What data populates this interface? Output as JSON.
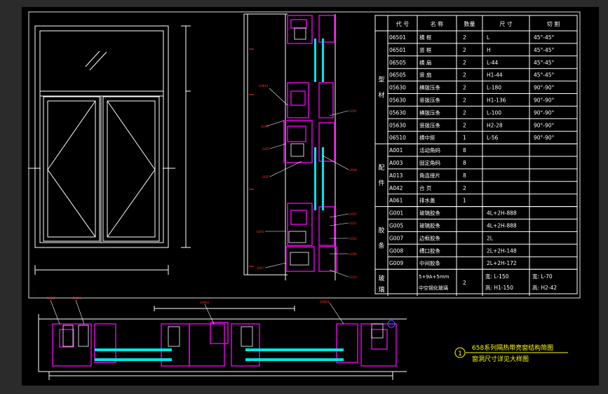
{
  "colors": {
    "background": "#000000",
    "outer": "#2b2b2b",
    "line": "#ffffff",
    "profile": "#e000e0",
    "glass": "#00e5e5",
    "note": "#ffff00",
    "red": "#ff3030",
    "blue": "#4060ff"
  },
  "table": {
    "header": {
      "code": "代 号",
      "name": "名   称",
      "qty": "数量",
      "size": "尺    寸",
      "cut": "切    割"
    },
    "groups": [
      {
        "label": "型",
        "label2": "材"
      },
      {
        "label": "配",
        "label2": "件"
      },
      {
        "label": "胶",
        "label2": "条"
      },
      {
        "label": "玻",
        "label2": "璃"
      }
    ],
    "rows": [
      {
        "code": "06501",
        "name": "横  框",
        "qty": "2",
        "size": "L",
        "cut": "45°-45°"
      },
      {
        "code": "06501",
        "name": "竖  框",
        "qty": "2",
        "size": "H",
        "cut": "45°-45°"
      },
      {
        "code": "06505",
        "name": "横  扇",
        "qty": "2",
        "size": "L-44",
        "cut": "45°-45°"
      },
      {
        "code": "06505",
        "name": "竖  扇",
        "qty": "2",
        "size": "H1-44",
        "cut": "45°-45°"
      },
      {
        "code": "05630",
        "name": "横拨压条",
        "qty": "2",
        "size": "L-180",
        "cut": "90°-90°"
      },
      {
        "code": "05630",
        "name": "竖拨压条",
        "qty": "2",
        "size": "H1-136",
        "cut": "90°-90°"
      },
      {
        "code": "05630",
        "name": "横拨压条",
        "qty": "2",
        "size": "L-100",
        "cut": "90°-90°"
      },
      {
        "code": "05630",
        "name": "竖拨压条",
        "qty": "2",
        "size": "H2-28",
        "cut": "90°-90°"
      },
      {
        "code": "06510",
        "name": "横中挺",
        "qty": "1",
        "size": "L-56",
        "cut": "90°-90°"
      },
      {
        "code": "A001",
        "name": "活动角码",
        "qty": "8",
        "size": "",
        "cut": ""
      },
      {
        "code": "A003",
        "name": "固定角码",
        "qty": "8",
        "size": "",
        "cut": ""
      },
      {
        "code": "A013",
        "name": "角连接片",
        "qty": "8",
        "size": "",
        "cut": ""
      },
      {
        "code": "A042",
        "name": "合  页",
        "qty": "2",
        "size": "",
        "cut": ""
      },
      {
        "code": "A061",
        "name": "排水盖",
        "qty": "1",
        "size": "",
        "cut": ""
      },
      {
        "code": "G001",
        "name": "玻璃胶条",
        "qty": "",
        "size": "4L+2H-888",
        "cut": ""
      },
      {
        "code": "G005",
        "name": "玻璃胶条",
        "qty": "",
        "size": "4L+2H-888",
        "cut": ""
      },
      {
        "code": "G007",
        "name": "边框胶条",
        "qty": "",
        "size": "2L",
        "cut": ""
      },
      {
        "code": "G008",
        "name": "槽口胶条",
        "qty": "",
        "size": "2L+2H-148",
        "cut": ""
      },
      {
        "code": "G009",
        "name": "中间胶条",
        "qty": "",
        "size": "2L+2H-172",
        "cut": ""
      }
    ],
    "glass": {
      "spec": "5+9A+5mm",
      "type": "中空钢化玻璃",
      "qty": "2",
      "w1": "宽:  L-150",
      "h1": "高:  H1-150",
      "w2": "宽:  L-70",
      "h2": "高:  H2-42"
    }
  },
  "notes": {
    "marker": "1",
    "title": "658系列隔热带亮窗结构简图",
    "subtitle": "窗洞尺寸详见大样图"
  },
  "labels": {
    "vertical": [
      "G0814",
      "G009",
      "G005",
      "G007",
      "G005",
      "G008",
      "G007",
      "G011",
      "G002",
      "G009",
      "G010",
      "G001",
      "G007"
    ],
    "horizontal": [
      "G0847",
      "G0845",
      "G0842",
      "G0844"
    ]
  }
}
